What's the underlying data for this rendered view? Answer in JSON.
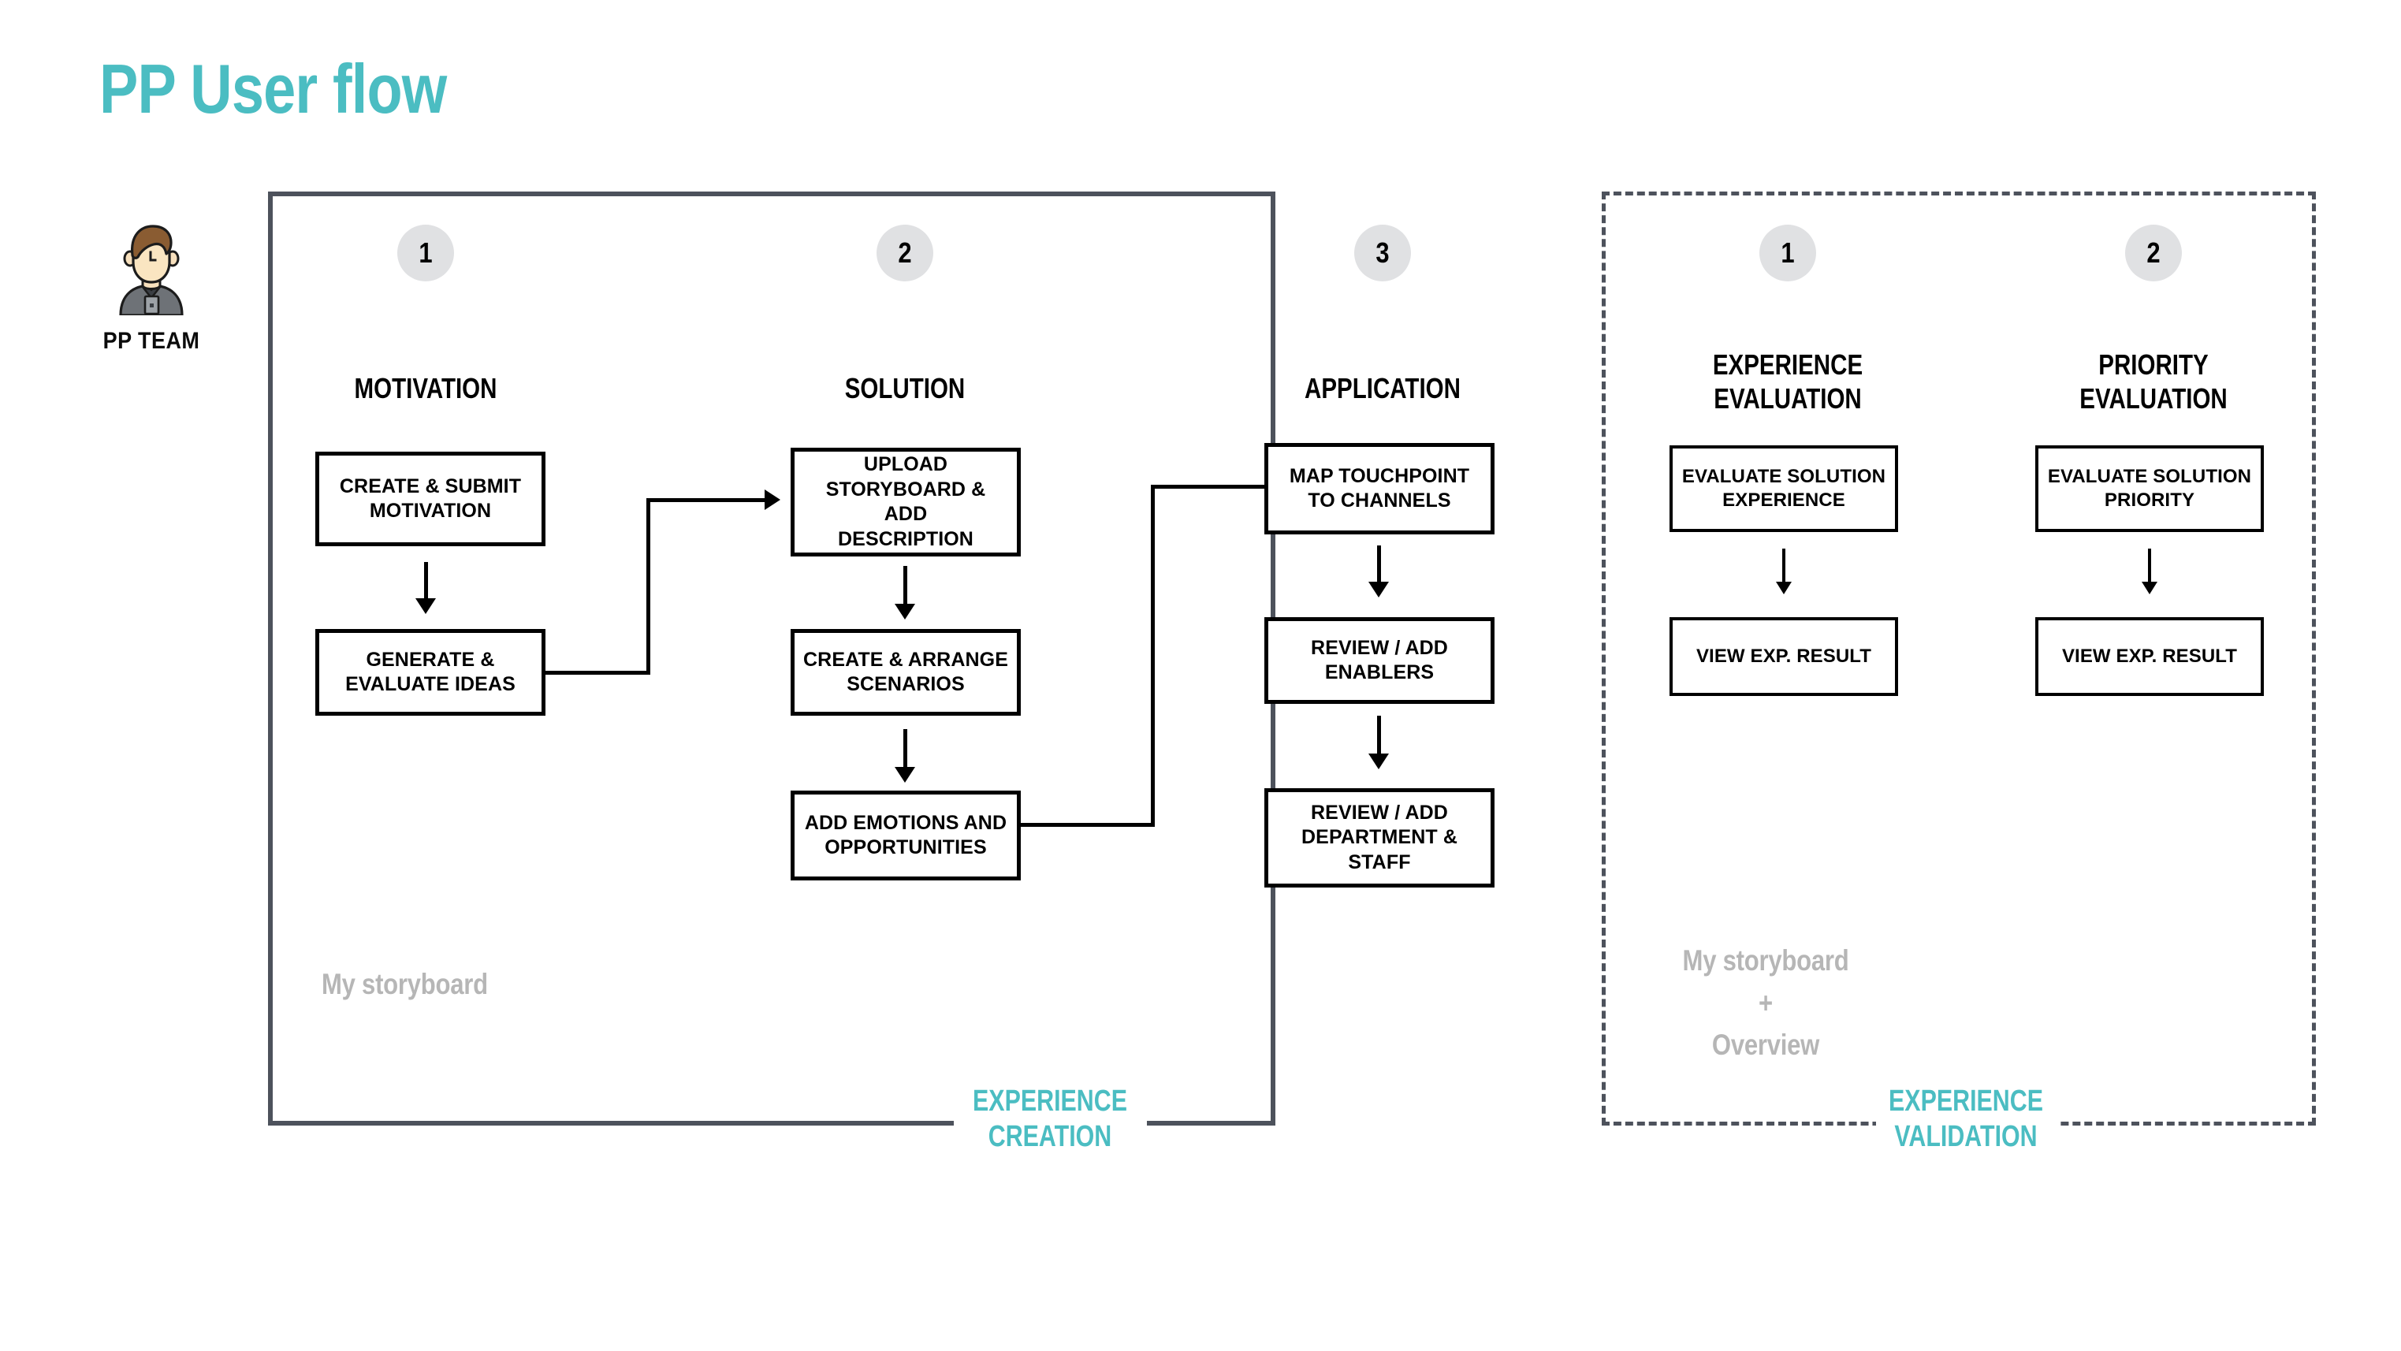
{
  "page": {
    "title": "PP User flow",
    "accent_color": "#4bbdc2",
    "panel_border_color": "#4d525c",
    "ghost_color": "#b6b6b6",
    "step_circle_color": "#e0e1e3"
  },
  "persona": {
    "icon": "user-avatar-icon",
    "label": "PP TEAM"
  },
  "creation_panel": {
    "caption_line1": "EXPERIENCE",
    "caption_line2": "CREATION",
    "ghost_label": "My storyboard",
    "columns": [
      {
        "step": "1",
        "heading": "MOTIVATION",
        "boxes": [
          "CREATE & SUBMIT\nMOTIVATION",
          "GENERATE &\nEVALUATE IDEAS"
        ]
      },
      {
        "step": "2",
        "heading": "SOLUTION",
        "boxes": [
          "UPLOAD\nSTORYBOARD & ADD\nDESCRIPTION",
          "CREATE & ARRANGE\nSCENARIOS",
          "ADD EMOTIONS AND\nOPPORTUNITIES"
        ]
      },
      {
        "step": "3",
        "heading": "APPLICATION",
        "boxes": [
          "MAP TOUCHPOINT\nTO CHANNELS",
          "REVIEW / ADD\nENABLERS",
          "REVIEW / ADD\nDEPARTMENT &\nSTAFF"
        ]
      }
    ]
  },
  "validation_panel": {
    "caption_line1": "EXPERIENCE",
    "caption_line2": "VALIDATION",
    "ghost_label_line1": "My storyboard",
    "ghost_label_line2": "+",
    "ghost_label_line3": "Overview",
    "columns": [
      {
        "step": "1",
        "heading": "EXPERIENCE\nEVALUATION",
        "boxes": [
          "EVALUATE SOLUTION\nEXPERIENCE",
          "VIEW EXP. RESULT"
        ]
      },
      {
        "step": "2",
        "heading": "PRIORITY\nEVALUATION",
        "boxes": [
          "EVALUATE SOLUTION\nPRIORITY",
          "VIEW EXP. RESULT"
        ]
      }
    ]
  }
}
